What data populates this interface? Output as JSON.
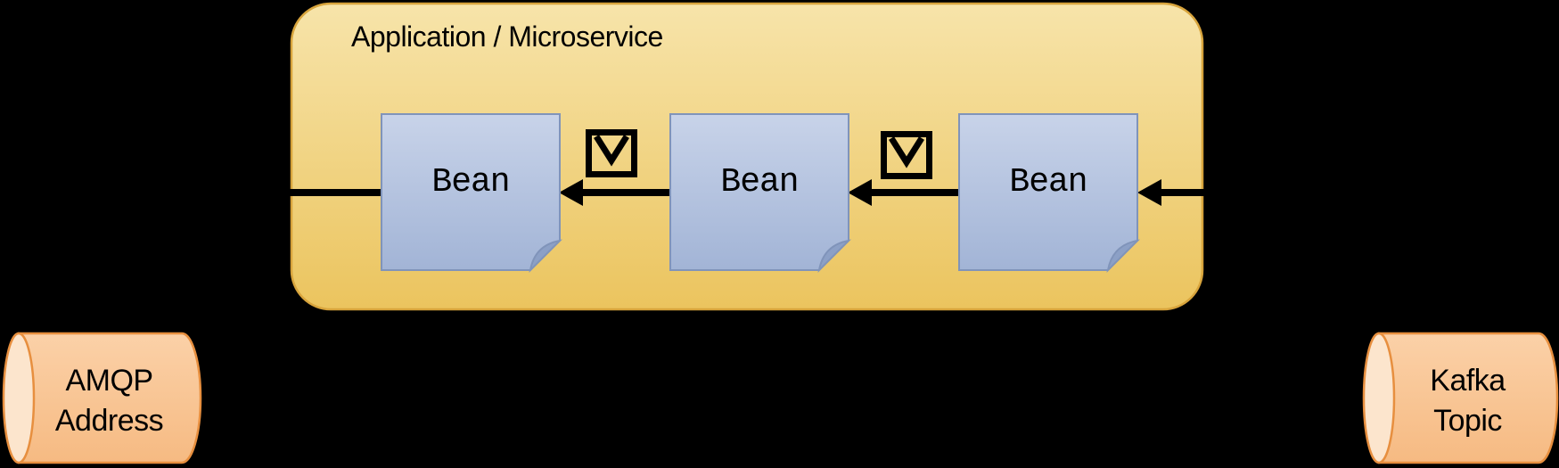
{
  "container": {
    "title": "Application / Microservice"
  },
  "beans": [
    {
      "label": "Bean"
    },
    {
      "label": "Bean"
    },
    {
      "label": "Bean"
    }
  ],
  "queues": {
    "amqp": {
      "line1": "AMQP",
      "line2": "Address"
    },
    "kafka": {
      "line1": "Kafka",
      "line2": "Topic"
    }
  },
  "icons": [
    {
      "name": "message-envelope-icon"
    },
    {
      "name": "message-envelope-icon"
    }
  ],
  "colors": {
    "background": "#000000",
    "container_fill_top": "#F7E4AA",
    "container_fill_bottom": "#EBC45E",
    "container_border": "#D8A43C",
    "bean_fill_top": "#C8D3E9",
    "bean_fill_bottom": "#A2B4D6",
    "bean_border": "#8094BA",
    "bean_fold_fill": "#8CA0C6",
    "cylinder_fill_top": "#FBD1A8",
    "cylinder_fill_bottom": "#F6BA82",
    "cylinder_cap_fill": "#FCE5CD",
    "cylinder_border": "#E78F3F",
    "arrow_color": "#000000",
    "text_color": "#000000"
  }
}
